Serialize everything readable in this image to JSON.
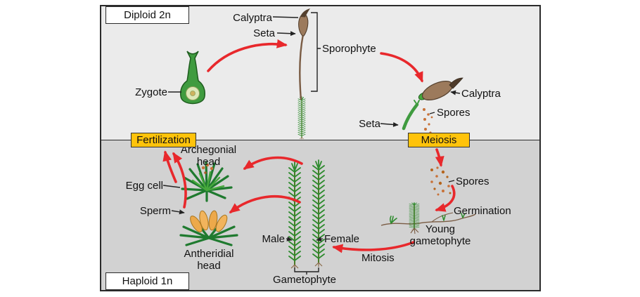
{
  "figure": {
    "regions": {
      "diploid": "Diploid 2n",
      "haploid": "Haploid 1n"
    },
    "process_boxes": {
      "fertilization": "Fertilization",
      "meiosis": "Meiosis"
    },
    "labels": {
      "calyptra_top": "Calyptra",
      "seta_top": "Seta",
      "sporophyte": "Sporophyte",
      "zygote": "Zygote",
      "calyptra_right": "Calyptra",
      "spores_right": "Spores",
      "seta_right": "Seta",
      "archegonial_head": "Archegonial head",
      "egg_cell": "Egg cell",
      "sperm": "Sperm",
      "antheridial_head": "Antheridial head",
      "male": "Male",
      "female": "Female",
      "gametophyte": "Gametophyte",
      "mitosis": "Mitosis",
      "spores_lower": "Spores",
      "germination": "Germination",
      "young_gametophyte": "Young gametophyte"
    },
    "colors": {
      "process_box_bg": "#FFC30B",
      "arrow_red": "#E8282C",
      "diploid_bg": "#EBEBEB",
      "haploid_bg": "#D2D2D2",
      "frame_border": "#2B2B2B",
      "moss_green": "#2E8B2E",
      "antheridia_orange": "#EDA94A",
      "capsule_brown": "#9C7A5C",
      "spore_brown": "#C87137"
    }
  }
}
